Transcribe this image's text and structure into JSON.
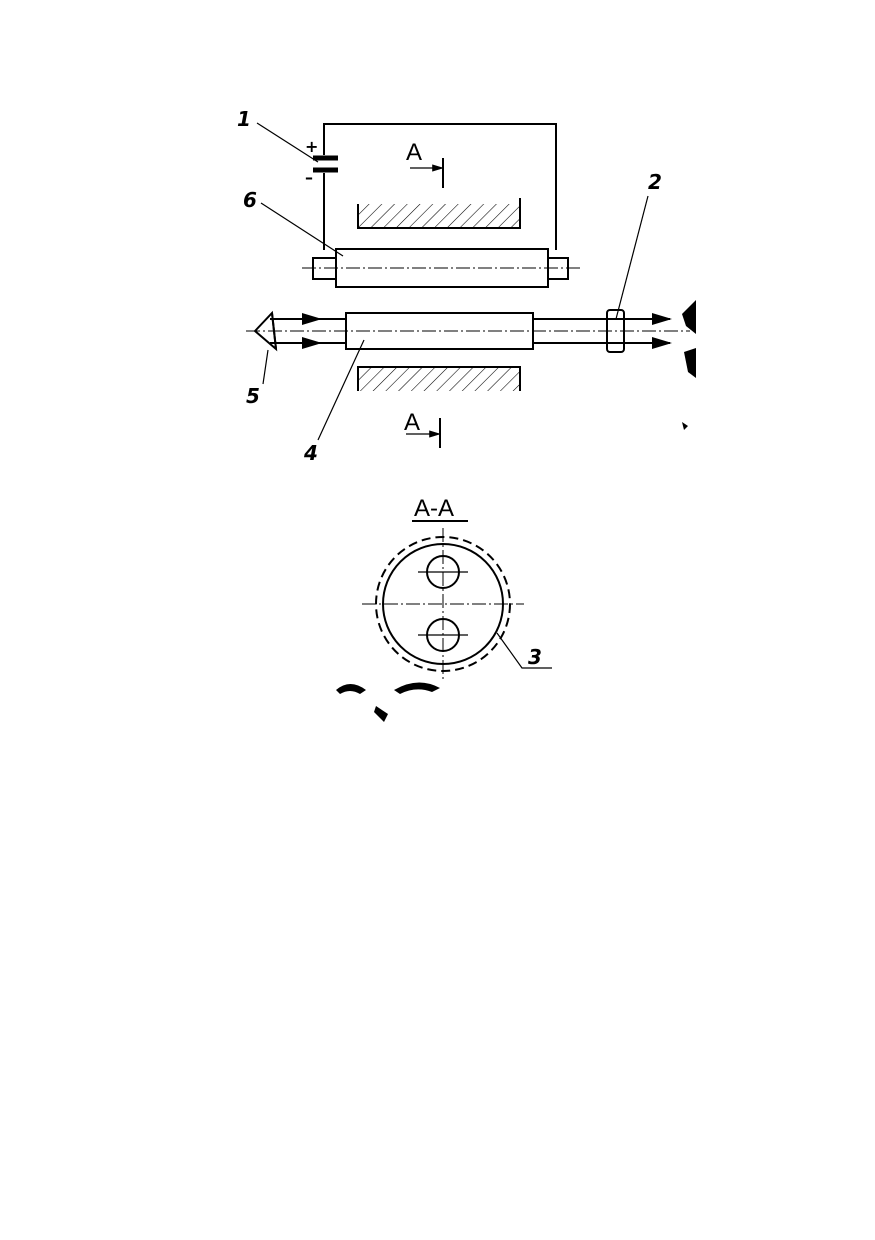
{
  "labels": {
    "battery": "1",
    "collar": "2",
    "ring": "3",
    "rod": "4",
    "cone": "5",
    "electrode": "6"
  },
  "section_marks": {
    "top": "A",
    "bottom": "A",
    "view_title": "A-A"
  },
  "polarity": {
    "plus": "+",
    "minus": "–"
  }
}
